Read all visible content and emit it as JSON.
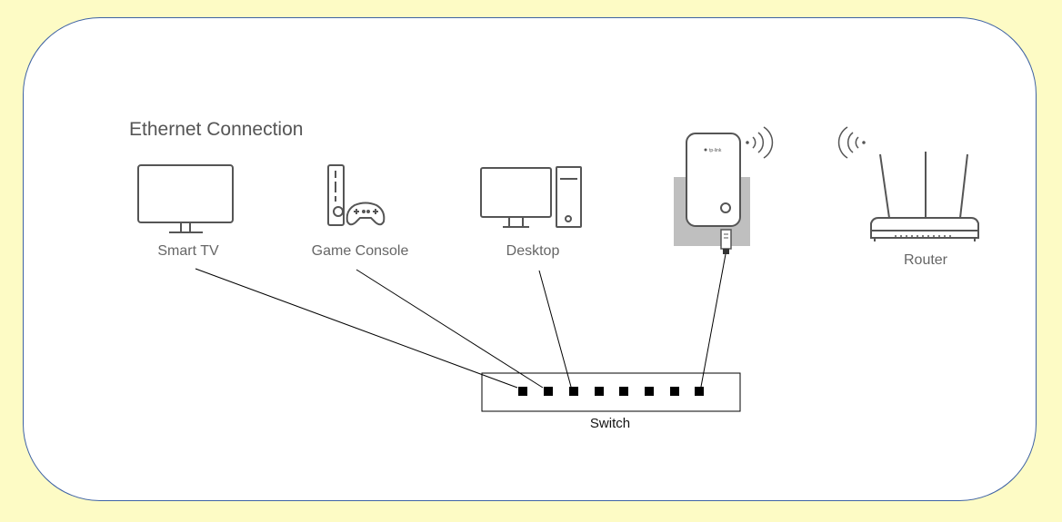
{
  "title": "Ethernet Connection",
  "devices": {
    "smart_tv": "Smart TV",
    "game_console": "Game Console",
    "desktop": "Desktop",
    "router": "Router"
  },
  "switch": {
    "label": "Switch",
    "port_count": 8
  },
  "extender": {
    "brand": "tp-link"
  },
  "colors": {
    "background": "#fdfbc5",
    "frame_border": "#3e62a4",
    "icon_stroke": "#555555",
    "line": "#000000",
    "extender_backdrop": "#bfbfbf"
  }
}
